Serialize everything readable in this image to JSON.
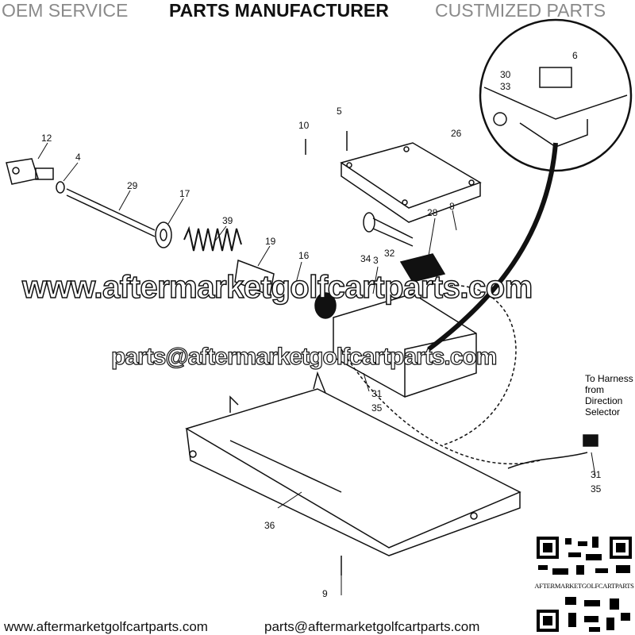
{
  "header": {
    "left": "OEM SERVICE",
    "center": "PARTS MANUFACTURER",
    "right": "CUSTMIZED PARTS"
  },
  "watermarks": {
    "site": "www.aftermarketgolfcartparts.com",
    "email": "parts@aftermarketgolfcartparts.com"
  },
  "callouts": {
    "p12": "12",
    "p4": "4",
    "p29": "29",
    "p17": "17",
    "p39": "39",
    "p19": "19",
    "p16": "16",
    "p10": "10",
    "p5": "5",
    "p26": "26",
    "p28": "28",
    "p8": "8",
    "p34": "34",
    "p32": "32",
    "p6": "6",
    "p30": "30",
    "p33": "33",
    "p3": "3",
    "p31a": "31",
    "p35a": "35",
    "p31b": "31",
    "p35b": "35",
    "p36": "36",
    "p9": "9"
  },
  "harness_note": [
    "To Harness",
    "from",
    "Direction",
    "Selector"
  ],
  "qr": {
    "caption": "AFTERMARKETGOLFCARTPARTS"
  },
  "footer": {
    "website": "www.aftermarketgolfcartparts.com",
    "email": "parts@aftermarketgolfcartparts.com"
  }
}
